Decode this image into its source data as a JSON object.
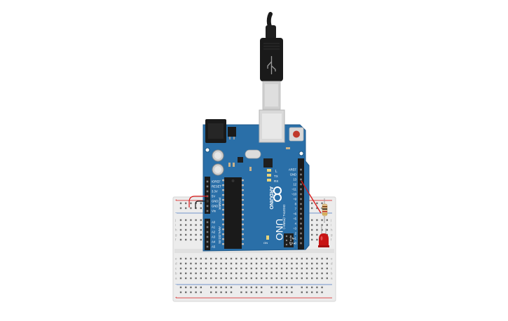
{
  "canvas": {
    "background": "#ffffff",
    "breadboard_color": "#ececec",
    "board_color": "#2a6fa8",
    "wire_color": "#d81818",
    "led_color": "#c81414"
  },
  "power_header": {
    "section_label": "POWER",
    "pins": [
      "IOREF",
      "RESET",
      "3.3V",
      "5V",
      "GND",
      "GND",
      "Vin"
    ]
  },
  "analog_header": {
    "section_label": "ANALOG IN",
    "pins": [
      "A0",
      "A1",
      "A2",
      "A3",
      "A4",
      "A5"
    ]
  },
  "digital_header": {
    "section_label": "DIGITAL (PWM~)",
    "pins": [
      "AREF",
      "GND",
      "13",
      "12",
      "~11",
      "~10",
      "~9",
      "8",
      "7",
      "~6",
      "~5",
      "4",
      "~3",
      "2",
      "TX▸1",
      "RX◂0"
    ]
  },
  "board": {
    "logo": "ARDUINO",
    "model": "UNO",
    "led_labels": [
      "L",
      "TX",
      "RX"
    ],
    "on_label": "ON"
  },
  "breadboard": {
    "row_letters_top": [
      "j",
      "i",
      "h",
      "g",
      "f"
    ],
    "row_letters_bottom": [
      "e",
      "d",
      "c",
      "b",
      "a"
    ]
  },
  "components": {
    "usb_cable": "usb-cable",
    "resistor": "resistor",
    "led": "red-led"
  }
}
